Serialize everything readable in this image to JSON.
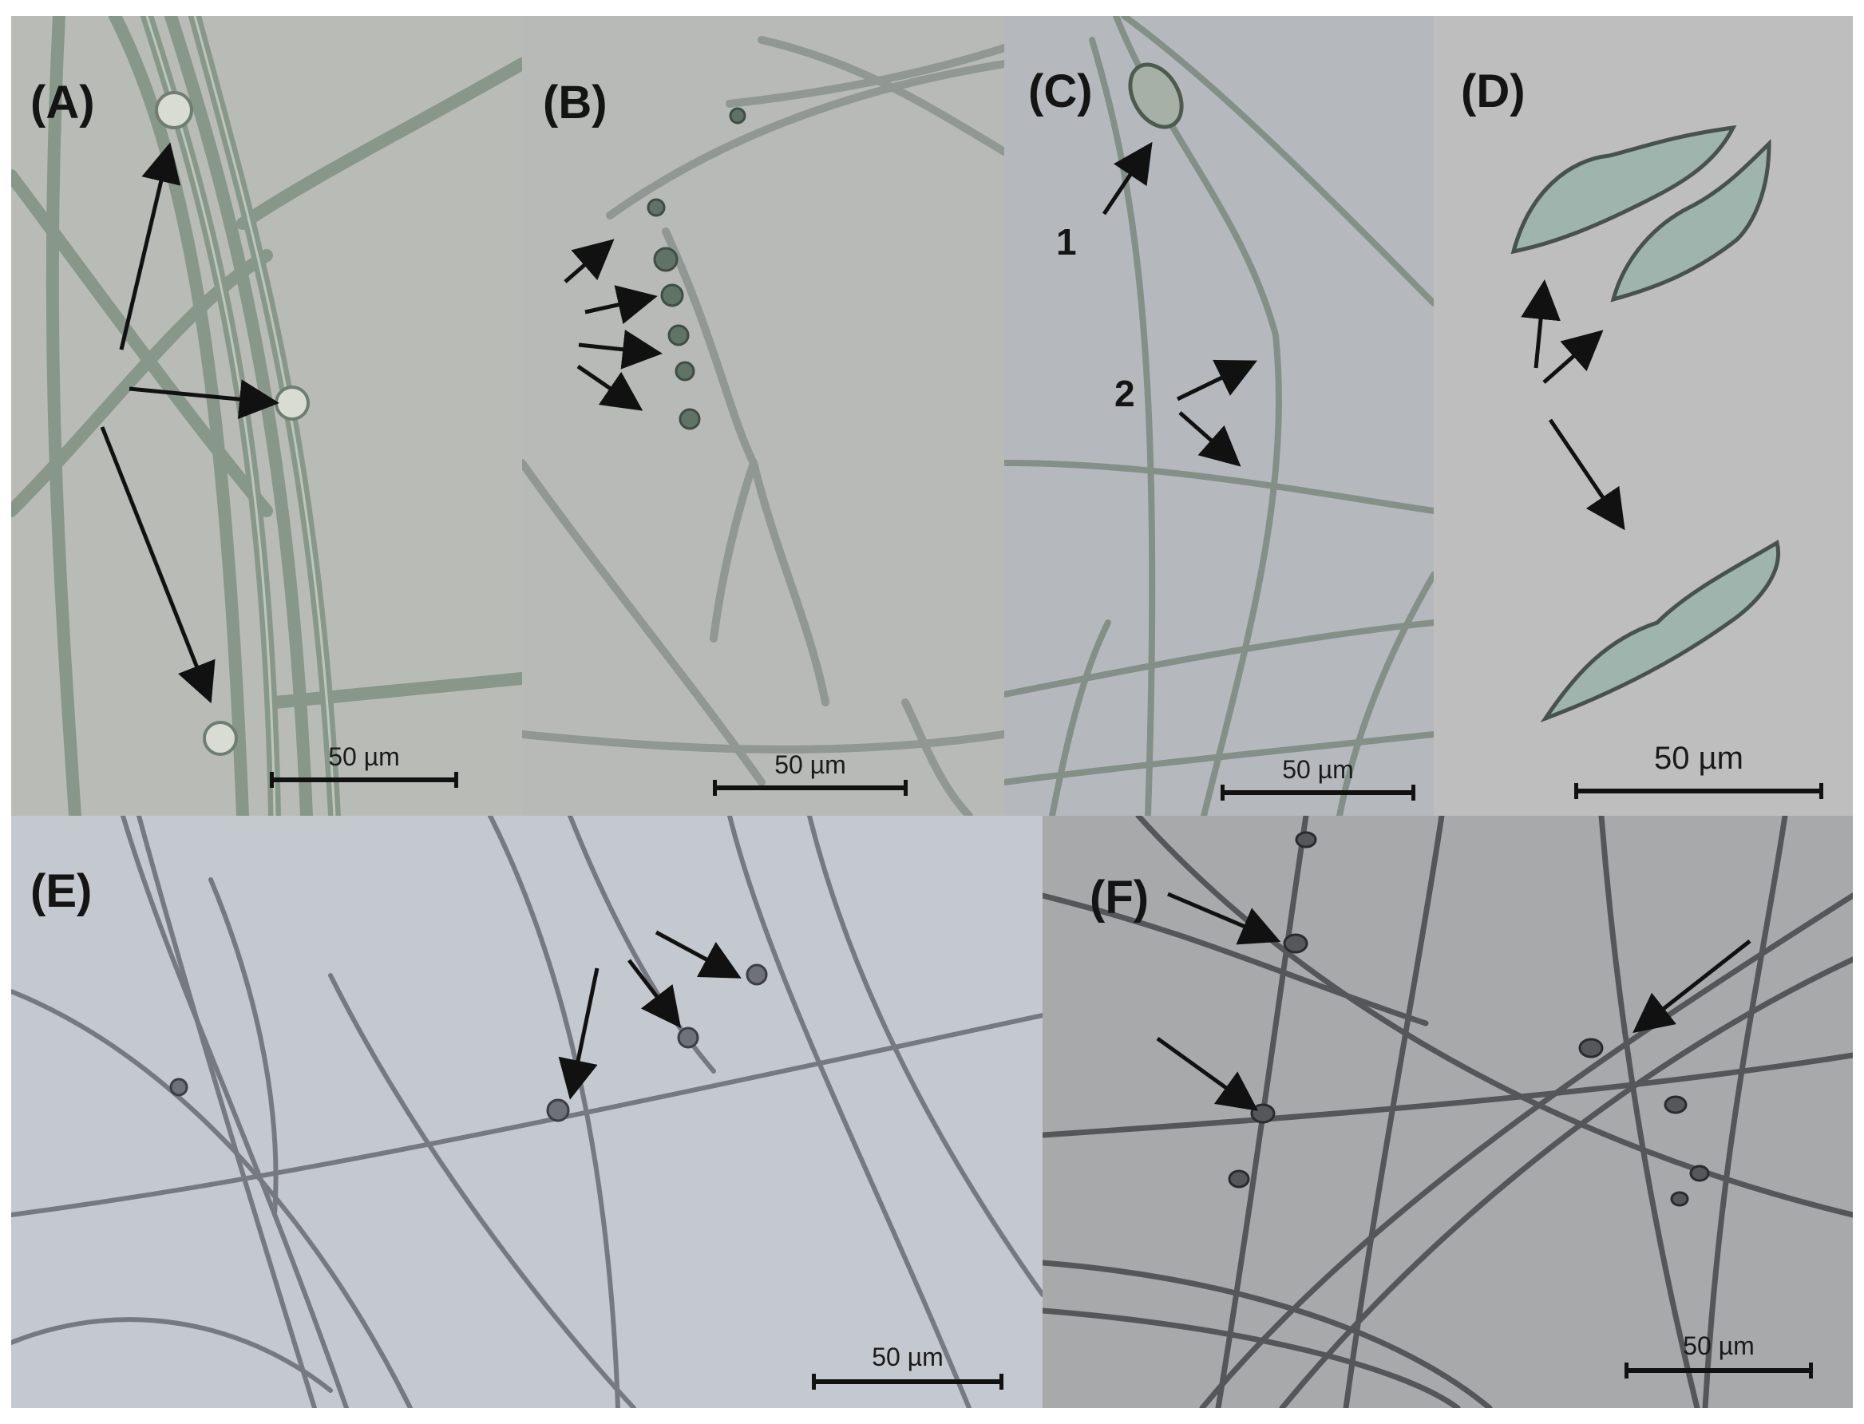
{
  "figure": {
    "panels": [
      {
        "id": "A",
        "label": "(A)",
        "scale_text": "50 µm"
      },
      {
        "id": "B",
        "label": "(B)",
        "scale_text": "50 µm"
      },
      {
        "id": "C",
        "label": "(C)",
        "scale_text": "50 µm",
        "markers": [
          "1",
          "2"
        ]
      },
      {
        "id": "D",
        "label": "(D)",
        "scale_text": "50 µm"
      },
      {
        "id": "E",
        "label": "(E)",
        "scale_text": "50 µm"
      },
      {
        "id": "F",
        "label": "(F)",
        "scale_text": "50 µm"
      }
    ],
    "colors": {
      "bg_top": "#bcbdbb",
      "bg_bottom": "#c3c8cf",
      "hyphae": "#6b7a70",
      "hyphae_dark": "#4a4d50",
      "arrow": "#111111",
      "label": "#141414"
    }
  }
}
